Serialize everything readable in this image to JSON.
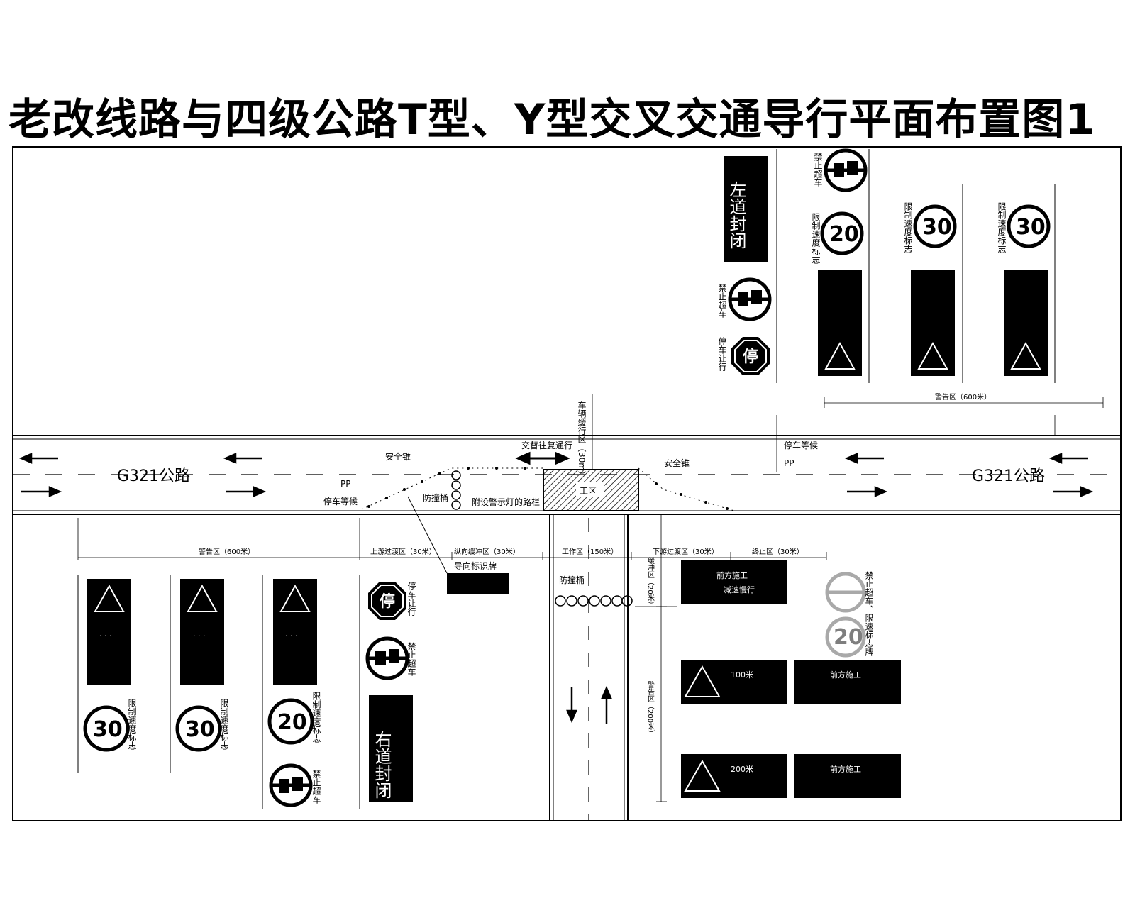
{
  "title": "老改线路与四级公路T型、Y型交叉交通导行平面布置图1",
  "road": {
    "name_left": "G321公路",
    "name_right": "G321公路"
  },
  "labels": {
    "safety_cone_left": "安全锥",
    "safety_cone_right": "安全锥",
    "crash_barrel_main": "防撞桶",
    "crash_barrel_branch": "防撞桶",
    "barrier_with_lights": "附设警示灯的路栏",
    "alternate_traffic": "交替往复通行",
    "work_zone_box": "工区",
    "stop_wait_left": "停车等候",
    "stop_wait_right": "停车等候",
    "guide_sign": "导向标识牌",
    "pp": "PP",
    "vertical_dim": "车辆缓行区（30m）"
  },
  "zones": {
    "warning": "警告区（600米）",
    "upstream_transition": "上游过渡区（30米）",
    "buffer": "纵向缓冲区（30米）",
    "work": "工作区（150米）",
    "downstream_transition": "下游过渡区（30米）",
    "termination": "终止区（30米）",
    "top_warning": "警告区（600米）",
    "branch_buffer": "缓冲区（20米）",
    "branch_warning": "警告区（200米）"
  },
  "signs": {
    "no_overtaking": "禁止超车",
    "stop_yield": "停车让行",
    "speed_limit": "限制速度标志",
    "speed_values": [
      "30",
      "30",
      "20",
      "20",
      "30",
      "30"
    ],
    "stop_char": "停",
    "road_closed_left": "左道封闭",
    "road_closed_right": "右道封闭",
    "combo_limit": "禁止超车、限速标志牌"
  },
  "boards": {
    "work_ahead_text": "前方施工",
    "distance_200": "200米",
    "distance_100": "100米",
    "slow_down": "减速慢行"
  }
}
